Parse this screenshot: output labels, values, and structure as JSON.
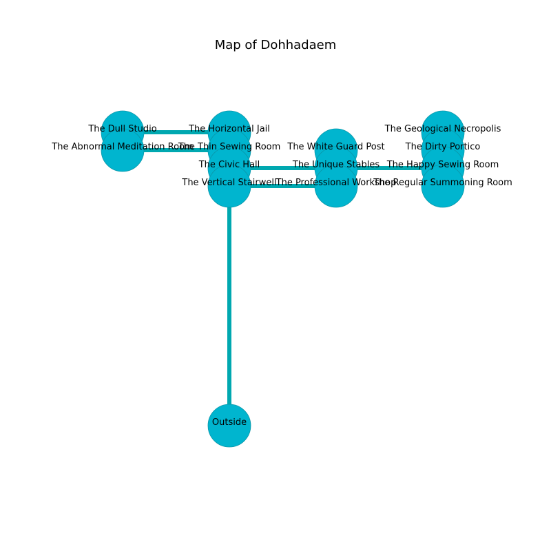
{
  "title": "Map of Dohhadaem",
  "colors": {
    "node_fill": "#00b5cf",
    "node_stroke": "#0a96a8",
    "edge": "#00a8b0"
  },
  "nodes": [
    {
      "id": "dull-studio",
      "label": "The Dull Studio"
    },
    {
      "id": "abnormal-meditation-room",
      "label": "The Abnormal Meditation Room"
    },
    {
      "id": "horizontal-jail",
      "label": "The Horizontal Jail"
    },
    {
      "id": "thin-sewing-room",
      "label": "The Thin Sewing Room"
    },
    {
      "id": "civic-hall",
      "label": "The Civic Hall"
    },
    {
      "id": "vertical-stairwell",
      "label": "The Vertical Stairwell"
    },
    {
      "id": "white-guard-post",
      "label": "The White Guard Post"
    },
    {
      "id": "unique-stables",
      "label": "The Unique Stables"
    },
    {
      "id": "professional-workshop",
      "label": "The Professional Workshop"
    },
    {
      "id": "geological-necropolis",
      "label": "The Geological Necropolis"
    },
    {
      "id": "dirty-portico",
      "label": "The Dirty Portico"
    },
    {
      "id": "happy-sewing-room",
      "label": "The Happy Sewing Room"
    },
    {
      "id": "regular-summoning-room",
      "label": "The Regular Summoning Room"
    },
    {
      "id": "outside",
      "label": "Outside"
    }
  ],
  "edges": [
    [
      "dull-studio",
      "horizontal-jail"
    ],
    [
      "abnormal-meditation-room",
      "thin-sewing-room"
    ],
    [
      "civic-hall",
      "unique-stables"
    ],
    [
      "vertical-stairwell",
      "professional-workshop"
    ],
    [
      "unique-stables",
      "happy-sewing-room"
    ],
    [
      "vertical-stairwell",
      "outside"
    ]
  ]
}
